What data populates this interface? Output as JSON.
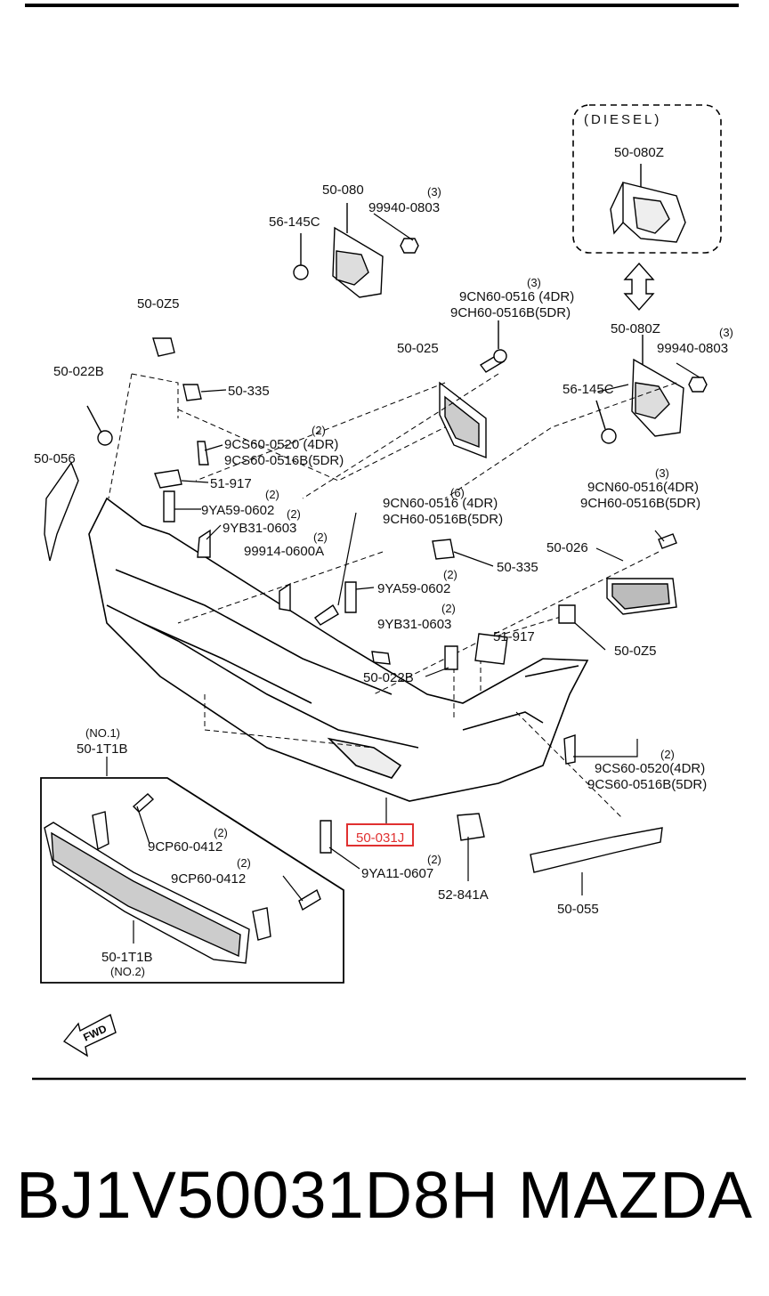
{
  "diesel_label": "(DIESEL)",
  "fwd_label": "FWD",
  "footer": {
    "part_number": "BJ1V50031D8H",
    "brand": "MAZDA"
  },
  "highlight_color": "#e03030",
  "labels": {
    "p50_080Z_top": "50-080Z",
    "p50_080": "50-080",
    "q3_a": "(3)",
    "p99940_a": "99940-0803",
    "p56_145C_a": "56-145C",
    "q3_b": "(3)",
    "p9CN60_a": "9CN60-0516 (4DR)",
    "p9CH60_a": "9CH60-0516B(5DR)",
    "p50_025": "50-025",
    "p50_080Z_mid": "50-080Z",
    "q3_c": "(3)",
    "p99940_b": "99940-0803",
    "p56_145C_b": "56-145C",
    "p50_0Z5_a": "50-0Z5",
    "p50_022B_a": "50-022B",
    "p50_335_a": "50-335",
    "q2_a": "(2)",
    "p9CS60_a": "9CS60-0520 (4DR)",
    "p9CS60B_a": "9CS60-0516B(5DR)",
    "p50_056": "50-056",
    "p51_917_a": "51-917",
    "q2_b": "(2)",
    "p9YA59_a": "9YA59-0602",
    "q2_c": "(2)",
    "p9YB31_a": "9YB31-0603",
    "q2_d": "(2)",
    "p99914": "99914-0600A",
    "q6": "(6)",
    "p9CN60_b": "9CN60-0516 (4DR)",
    "p9CH60_b": "9CH60-0516B(5DR)",
    "p50_335_b": "50-335",
    "q3_d": "(3)",
    "p9CN60_c": "9CN60-0516(4DR)",
    "p9CH60_c": "9CH60-0516B(5DR)",
    "p50_026": "50-026",
    "q2_e": "(2)",
    "p9YA59_b": "9YA59-0602",
    "q2_f": "(2)",
    "p9YB31_b": "9YB31-0603",
    "p51_917_b": "51-917",
    "p50_0Z5_b": "50-0Z5",
    "p50_022B_b": "50-022B",
    "no1": "(NO.1)",
    "p50_1T1B_a": "50-1T1B",
    "q2_g": "(2)",
    "p9CS60_b": "9CS60-0520(4DR)",
    "p9CS60B_b": "9CS60-0516B(5DR)",
    "q2_h": "(2)",
    "p9CP60_a": "9CP60-0412",
    "q2_i": "(2)",
    "p9CP60_b": "9CP60-0412",
    "p50_031J": "50-031J",
    "q2_j": "(2)",
    "p9YA11": "9YA11-0607",
    "p52_841A": "52-841A",
    "p50_055": "50-055",
    "p50_1T1B_b": "50-1T1B",
    "no2": "(NO.2)"
  }
}
